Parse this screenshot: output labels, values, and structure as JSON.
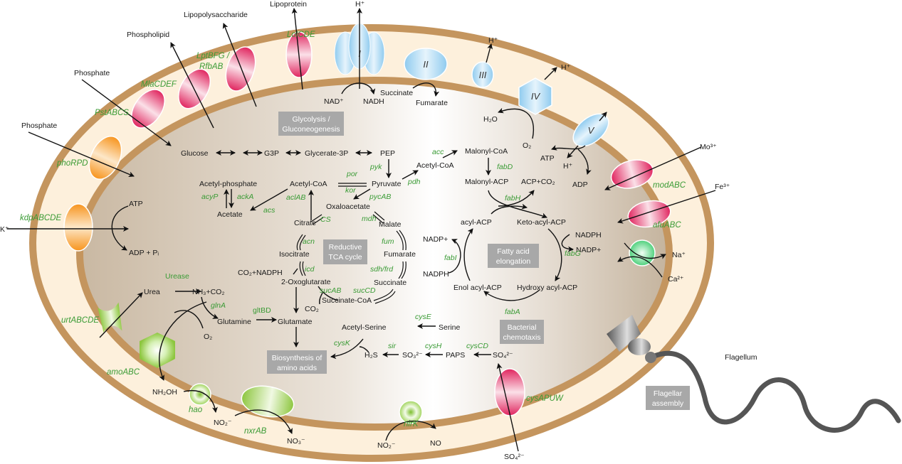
{
  "colors": {
    "membrane": "#c4955e",
    "periplasm": "#fdf0dc",
    "enzyme_text": "#3a9b35",
    "box": "#a8a8a8",
    "transporter_pink": "#e0245e",
    "transporter_orange": "#f7941d",
    "transporter_green": "#8dc63f",
    "complex_blue": "#9fd3f0"
  },
  "outside": {
    "phosphate1": "Phosphate",
    "phospholipid": "Phospholipid",
    "lipopolysaccharide": "Lipopolysaccharide",
    "lipoprotein": "Lipoprotein",
    "h_top": "H⁺",
    "phosphate2": "Phosphate",
    "k": "K⁺",
    "mo": "Mo³⁺",
    "fe": "Fe³⁺",
    "so4_out": "SO₄²⁻",
    "flagellum": "Flagellum"
  },
  "transporters": {
    "pst": "PstABCS",
    "mla": "MlaCDEF",
    "lpt1": "LptBFG /",
    "lpt2": "RfbAB",
    "lol": "LolCDE",
    "pho": "phoRPD",
    "kdp": "kdpABCDE",
    "urt": "urtABCDE",
    "amo": "amoABC",
    "hao": "hao",
    "nxr": "nxrAB",
    "nir": "nirK",
    "cys": "cysAPUW",
    "mod": "modABC",
    "afu": "afuABC"
  },
  "complexes": {
    "c1": "I",
    "c2": "II",
    "c3": "III",
    "c4": "IV",
    "c5": "V"
  },
  "boxes": {
    "glyco1": "Glycolysis /",
    "glyco2": "Gluconeogenesis",
    "tca1": "Reductive",
    "tca2": "TCA cycle",
    "fa1": "Fatty acid",
    "fa2": "elongation",
    "chemo1": "Bacterial",
    "chemo2": "chemotaxis",
    "aa1": "Biosynthesis of",
    "aa2": "amino acids",
    "flag1": "Flagellar",
    "flag2": "assembly"
  },
  "metabolites": {
    "nad": "NAD⁺",
    "nadh": "NADH",
    "succinate_top": "Succinate",
    "fumarate_top": "Fumarate",
    "h3": "H⁺",
    "h4": "H⁺",
    "h2o": "H₂O",
    "o2_top": "O₂",
    "atp_top": "ATP",
    "h5": "H⁺",
    "adp_top": "ADP",
    "na": "Na⁺",
    "ca": "Ca²⁺",
    "atp_left": "ATP",
    "adp_pi": "ADP + Pᵢ",
    "glucose": "Glucose",
    "g3p": "G3P",
    "glycerate": "Glycerate-3P",
    "pep": "PEP",
    "acetylcoa2": "Acetyl-CoA",
    "malonylcoa": "Malonyl-CoA",
    "malonylacp": "Malonyl-ACP",
    "acpco2": "ACP+CO₂",
    "acetylp": "Acetyl-phosphate",
    "acetate": "Acetate",
    "acetylcoa": "Acetyl-CoA",
    "pyruvate": "Pyruvate",
    "oxaloacetate": "Oxaloacetate",
    "citrate": "Citrate",
    "malate": "Malate",
    "isocitrate": "Isocitrate",
    "fumarate": "Fumarate",
    "co2nadph": "CO₂+NADPH",
    "oxoglutarate": "2-Oxoglutarate",
    "succinate": "Succinate",
    "succinylcoa": "Succinate-CoA",
    "co2": "CO₂",
    "urea": "Urea",
    "nh3co2": "NH₃+CO₂",
    "glutamine": "Glutamine",
    "glutamate": "Glutamate",
    "o2": "O₂",
    "nh2oh": "NH₂OH",
    "no2a": "NO₂⁻",
    "no3": "NO₃⁻",
    "no2b": "NO₂⁻",
    "no": "NO",
    "acetylserine": "Acetyl-Serine",
    "serine": "Serine",
    "h2s": "H₂S",
    "so3": "SO₃²⁻",
    "paps": "PAPS",
    "so4": "SO₄²⁻",
    "acylacp": "acyl-ACP",
    "ketoacylacp": "Keto-acyl-ACP",
    "nadp1": "NADP+",
    "nadph1": "NADPH",
    "nadph2": "NADPH",
    "nadp2": "NADP+",
    "enolacp": "Enol acyl-ACP",
    "hydroxyacp": "Hydroxy acyl-ACP"
  },
  "enzymes": {
    "pyk": "pyk",
    "acc": "acc",
    "pdh": "pdh",
    "por": "por",
    "kor": "kor",
    "pycab": "pycAB",
    "acyp": "acyP",
    "acka": "ackA",
    "acs": "acs",
    "aclab": "aclAB",
    "cs": "CS",
    "mdh": "mdh",
    "acn": "acn",
    "fum": "fum",
    "icd": "icd",
    "sdh": "sdh/frd",
    "sucab": "sucAB",
    "succd": "sucCD",
    "fabd": "fabD",
    "fabh": "fabH",
    "fabg": "fabG",
    "fabi": "fabI",
    "faba": "fabA",
    "urease": "Urease",
    "glna": "glnA",
    "gltbd": "gltBD",
    "cyse": "cysE",
    "cysk": "cysK",
    "sir": "sir",
    "cysh": "cysH",
    "cyscd": "cysCD"
  }
}
